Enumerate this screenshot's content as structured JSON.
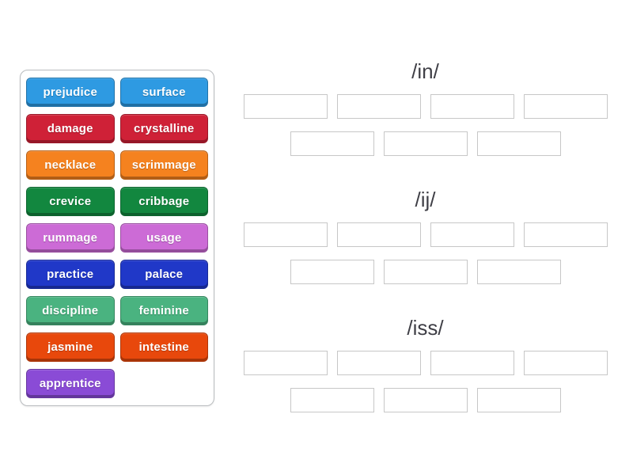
{
  "page": {
    "background_color": "#ffffff",
    "text_color": "#3f3f46"
  },
  "word_bank": {
    "items": [
      {
        "label": "prejudice",
        "color": "#2e9ae2"
      },
      {
        "label": "surface",
        "color": "#2e9ae2"
      },
      {
        "label": "damage",
        "color": "#cf2137"
      },
      {
        "label": "crystalline",
        "color": "#cf2137"
      },
      {
        "label": "necklace",
        "color": "#f5821f"
      },
      {
        "label": "scrimmage",
        "color": "#f5821f"
      },
      {
        "label": "crevice",
        "color": "#12873f"
      },
      {
        "label": "cribbage",
        "color": "#12873f"
      },
      {
        "label": "rummage",
        "color": "#cc6bd6"
      },
      {
        "label": "usage",
        "color": "#cc6bd6"
      },
      {
        "label": "practice",
        "color": "#2038c8"
      },
      {
        "label": "palace",
        "color": "#2038c8"
      },
      {
        "label": "discipline",
        "color": "#4ab380"
      },
      {
        "label": "feminine",
        "color": "#4ab380"
      },
      {
        "label": "jasmine",
        "color": "#e8480c"
      },
      {
        "label": "intestine",
        "color": "#e8480c"
      },
      {
        "label": "apprentice",
        "color": "#8a4bd6"
      }
    ]
  },
  "groups": [
    {
      "label": "/in/",
      "slot_rows": [
        4,
        3
      ]
    },
    {
      "label": "/ij/",
      "slot_rows": [
        4,
        3
      ]
    },
    {
      "label": "/iss/",
      "slot_rows": [
        4,
        3
      ]
    }
  ]
}
